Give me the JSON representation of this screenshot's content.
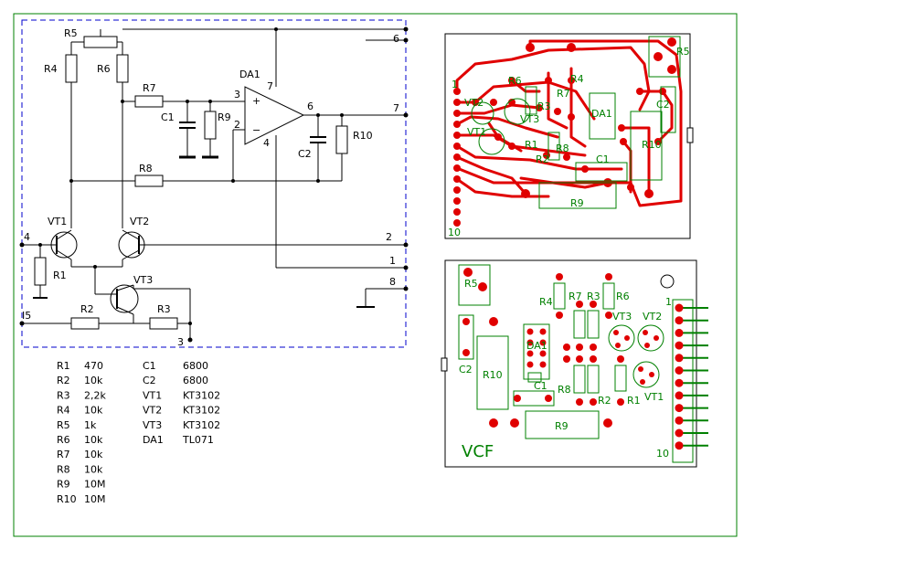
{
  "schematic": {
    "labels": {
      "r1": "R1",
      "r2": "R2",
      "r3": "R3",
      "r4": "R4",
      "r5": "R5",
      "r6": "R6",
      "r7": "R7",
      "r8": "R8",
      "r9": "R9",
      "r10": "R10",
      "c1": "C1",
      "c2": "C2",
      "vt1": "VT1",
      "vt2": "VT2",
      "vt3": "VT3",
      "da1": "DA1",
      "plus": "+",
      "minus": "−",
      "pin3": "3",
      "pin2": "2",
      "pin7": "7",
      "pin6": "6",
      "pin4": "4"
    },
    "connectors": [
      "6",
      "7",
      "2",
      "1",
      "8",
      "4",
      "I5",
      "3"
    ]
  },
  "parts_list": [
    {
      "ref": "R1",
      "value": "470"
    },
    {
      "ref": "R2",
      "value": "10k"
    },
    {
      "ref": "R3",
      "value": "2,2k"
    },
    {
      "ref": "R4",
      "value": "10k"
    },
    {
      "ref": "R5",
      "value": "1k"
    },
    {
      "ref": "R6",
      "value": "10k"
    },
    {
      "ref": "R7",
      "value": "10k"
    },
    {
      "ref": "R8",
      "value": "10k"
    },
    {
      "ref": "R9",
      "value": "10M"
    },
    {
      "ref": "R10",
      "value": "10M"
    },
    {
      "ref": "C1",
      "value": "6800"
    },
    {
      "ref": "C2",
      "value": "6800"
    },
    {
      "ref": "VT1",
      "value": "KT3102"
    },
    {
      "ref": "VT2",
      "value": "KT3102"
    },
    {
      "ref": "VT3",
      "value": "KT3102"
    },
    {
      "ref": "DA1",
      "value": "TL071"
    }
  ],
  "pcb_top": {
    "labels": {
      "r5": "R5",
      "r6": "R6",
      "r4": "R4",
      "r3": "R3",
      "r7": "R7",
      "vt2": "VT2",
      "vt3": "VT3",
      "vt1": "VT1",
      "da1": "DA1",
      "c2": "C2",
      "r1": "R1",
      "r8": "R8",
      "r2": "R2",
      "c1": "C1",
      "r10": "R10",
      "r9": "R9",
      "pin1": "1",
      "pin10": "10"
    }
  },
  "pcb_bottom": {
    "labels": {
      "r5": "R5",
      "r4": "R4",
      "r7": "R7",
      "r3": "R3",
      "r6": "R6",
      "vt3": "VT3",
      "vt2": "VT2",
      "c2": "C2",
      "da1": "DA1",
      "r10": "R10",
      "c1": "C1",
      "r8": "R8",
      "r2": "R2",
      "r1": "R1",
      "vt1": "VT1",
      "r9": "R9",
      "pin1": "1",
      "pin10": "10"
    },
    "title": "VCF"
  },
  "colors": {
    "frame": "#008000",
    "dashed": "#0000cc",
    "trace": "#e00000",
    "silk": "#008000",
    "ink": "#000000"
  }
}
